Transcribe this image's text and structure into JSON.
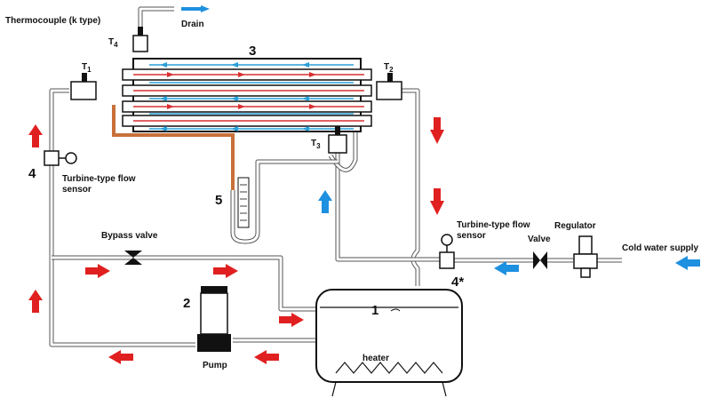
{
  "labels": {
    "thermocouple": "Thermocouple (k type)",
    "t4": "T",
    "t4_sub": "4",
    "drain": "Drain",
    "t1": "T",
    "t1_sub": "1",
    "t2": "T",
    "t2_sub": "2",
    "t3": "T",
    "t3_sub": "3",
    "hx_number": "3",
    "flow_sensor_left_number": "4",
    "flow_sensor_left_line1": "Turbine-type flow",
    "flow_sensor_left_line2": "sensor",
    "manometer_number": "5",
    "bypass_valve": "Bypass valve",
    "pump_number": "2",
    "pump": "Pump",
    "tank_number": "1",
    "heater": "heater",
    "flow_sensor_right_line1": "Turbine-type flow",
    "flow_sensor_right_line2": "sensor",
    "flow_sensor_right_number": "4*",
    "valve": "Valve",
    "regulator": "Regulator",
    "cold_water_supply": "Cold water supply"
  },
  "colors": {
    "hot_arrow": "#e02020",
    "cold_arrow": "#1e90e0",
    "pipe": "#555555",
    "orange_tube": "#c8703a"
  },
  "icons": [
    "thermocouple-icon",
    "flow-sensor-icon",
    "valve-icon",
    "regulator-icon",
    "pump-icon",
    "heater-icon",
    "manometer-icon"
  ]
}
